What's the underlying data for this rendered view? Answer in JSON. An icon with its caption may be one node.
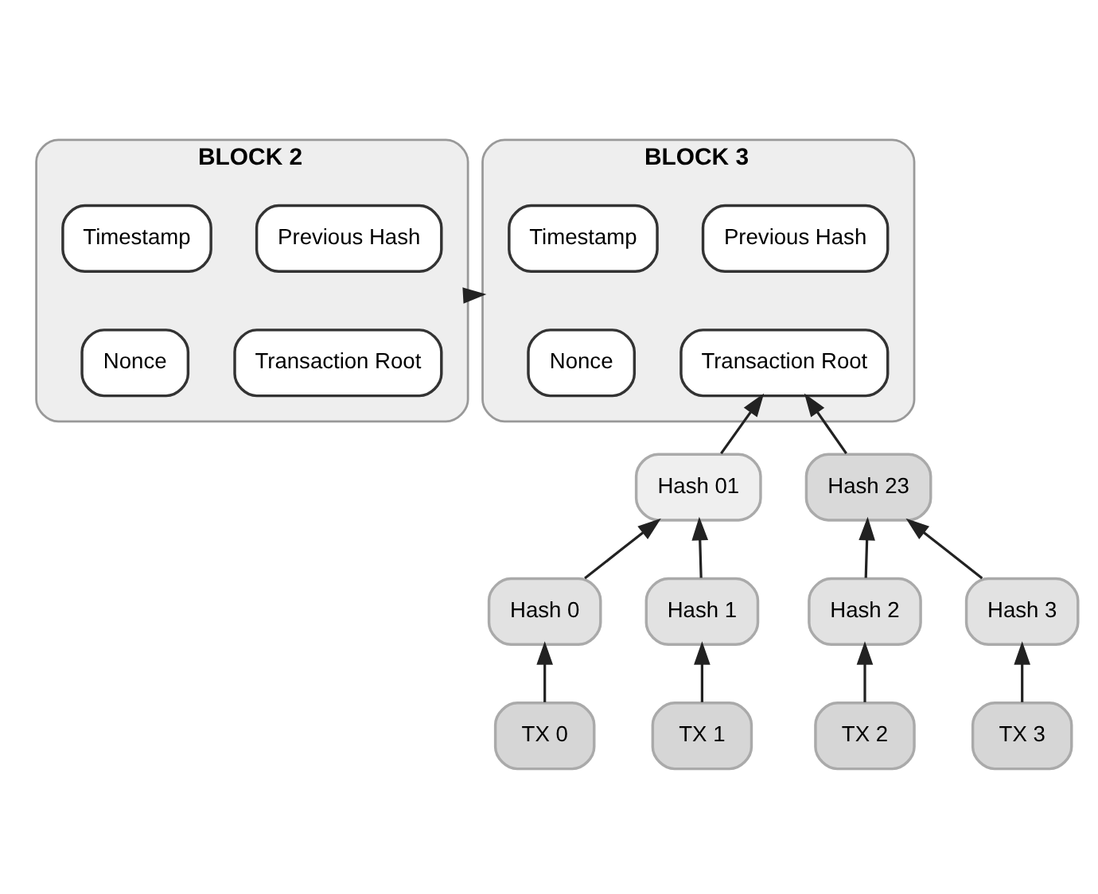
{
  "diagram": {
    "nodes": [
      {
        "text": [
          "BLOCK 2"
        ]
      },
      {
        "text": [
          "Previous Hash"
        ],
        "in": 0
      },
      {
        "text": [
          "Timestamp"
        ],
        "in": 0
      },
      {
        "text": [
          "Transaction Root"
        ],
        "in": 0
      },
      {
        "text": [
          "Nonce"
        ],
        "in": 0
      },
      {
        "text": [
          "BLOCK 3"
        ]
      },
      {
        "text": [
          "Previous Hash"
        ],
        "in": 5
      },
      {
        "text": [
          "Timestamp"
        ],
        "in": 5
      },
      {
        "text": [
          "Transaction Root"
        ],
        "in": 5
      },
      {
        "text": [
          "Nonce"
        ],
        "in": 5
      },
      {
        "text": [
          "Hash 01"
        ]
      },
      {
        "text": [
          "Hash 23"
        ]
      },
      {
        "text": [
          "Hash 0"
        ]
      },
      {
        "text": [
          "Hash 1"
        ]
      },
      {
        "text": [
          "Hash 2"
        ]
      },
      {
        "text": [
          "Hash 3"
        ]
      },
      {
        "text": [
          "TX 0"
        ]
      },
      {
        "text": [
          "TX 1"
        ]
      },
      {
        "text": [
          "TX 2"
        ]
      },
      {
        "text": [
          "TX 3"
        ]
      }
    ],
    "edges": [
      {
        "from": 0,
        "to": 5,
        "arrow": "to"
      },
      {
        "from": 10,
        "to": 8,
        "arrow": "to"
      },
      {
        "from": 11,
        "to": 8,
        "arrow": "to"
      },
      {
        "from": 12,
        "to": 10,
        "arrow": "to"
      },
      {
        "from": 13,
        "to": 10,
        "arrow": "to"
      },
      {
        "from": 14,
        "to": 11,
        "arrow": "to"
      },
      {
        "from": 15,
        "to": 11,
        "arrow": "to"
      },
      {
        "from": 16,
        "to": 12,
        "arrow": "to"
      },
      {
        "from": 17,
        "to": 13,
        "arrow": "to"
      },
      {
        "from": 18,
        "to": 14,
        "arrow": "to"
      },
      {
        "from": 19,
        "to": 15,
        "arrow": "to"
      }
    ]
  }
}
